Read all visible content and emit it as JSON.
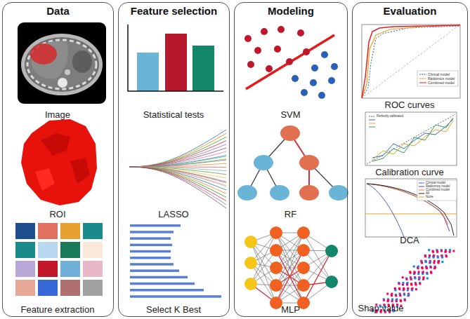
{
  "diagram": {
    "nodes": [
      {
        "text": [
          "Data"
        ]
      },
      {
        "text": [
          "Image"
        ],
        "in": 0
      },
      {
        "text": [
          "ROI"
        ],
        "in": 0
      },
      {
        "text": [
          "Feature extraction"
        ],
        "in": 0
      },
      {
        "text": [
          "Feature selection"
        ]
      },
      {
        "text": [
          "Statistical tests"
        ],
        "in": 4
      },
      {
        "text": [
          "LASSO"
        ],
        "in": 4
      },
      {
        "text": [
          "Select K Best"
        ],
        "in": 4
      },
      {
        "text": [
          "Modeling"
        ]
      },
      {
        "text": [
          "SVM"
        ],
        "in": 8
      },
      {
        "text": [
          "RF"
        ],
        "in": 8
      },
      {
        "text": [
          "MLP"
        ],
        "in": 8
      },
      {
        "text": [
          "Evaluation"
        ]
      },
      {
        "text": [
          "ROC curves"
        ],
        "in": 12
      },
      {
        "text": [
          "Calibration curve"
        ],
        "in": 12
      },
      {
        "text": [
          "DCA"
        ],
        "in": 12
      },
      {
        "text": [
          "Shap value"
        ],
        "in": 12
      }
    ],
    "labels": [
      "Clinical model",
      "Radiomics model",
      "Combined model",
      "Perfectly calibrated",
      "Clinical model",
      "Radiomics model",
      "Combined model",
      "All",
      "None"
    ]
  }
}
